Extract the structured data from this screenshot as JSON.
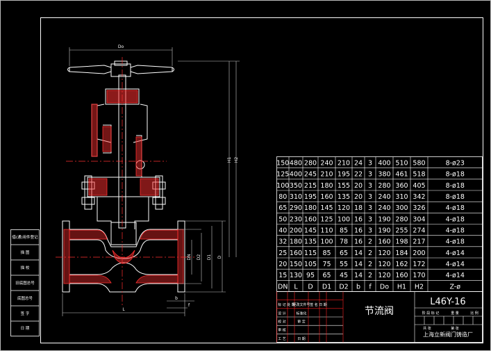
{
  "drawing": {
    "title": "节流阀",
    "model": "L46Y-16",
    "company": "上海立新阀门铸造厂",
    "colors": {
      "background": "#000000",
      "frame": "#ffffff",
      "outline": "#ffffff",
      "centerline": "#ff3030",
      "section": "#ff3030",
      "dimension": "#c8c8c8",
      "table_red": "#ff2020"
    }
  },
  "side_labels": [
    "借(通)用件登记",
    "描 图",
    "描 校",
    "旧底图总号",
    "底图总号",
    "签 字",
    "日 期"
  ],
  "dimension_labels": {
    "top": "Do",
    "height_h1": "H1",
    "height_h2": "H2",
    "bottom_l": "L",
    "dn": "DN",
    "d2": "D2",
    "d1": "D1",
    "d": "D",
    "b": "b",
    "f": "f"
  },
  "spec_table": {
    "header": [
      "DN",
      "L",
      "D",
      "D1",
      "D2",
      "b",
      "f",
      "Do",
      "H1",
      "H2",
      "Z-ø"
    ],
    "rows": [
      [
        "150",
        "480",
        "280",
        "240",
        "210",
        "24",
        "3",
        "400",
        "510",
        "580",
        "8-ø23"
      ],
      [
        "125",
        "400",
        "245",
        "210",
        "195",
        "22",
        "3",
        "380",
        "461",
        "518",
        "8-ø18"
      ],
      [
        "100",
        "350",
        "215",
        "180",
        "155",
        "20",
        "3",
        "280",
        "360",
        "405",
        "8-ø18"
      ],
      [
        "80",
        "310",
        "195",
        "160",
        "135",
        "20",
        "3",
        "240",
        "310",
        "342",
        "8-ø18"
      ],
      [
        "65",
        "290",
        "180",
        "145",
        "120",
        "18",
        "3",
        "240",
        "300",
        "326",
        "4-ø18"
      ],
      [
        "50",
        "230",
        "160",
        "125",
        "100",
        "16",
        "3",
        "190",
        "280",
        "304",
        "4-ø18"
      ],
      [
        "40",
        "200",
        "145",
        "110",
        "85",
        "16",
        "3",
        "190",
        "255",
        "274",
        "4-ø18"
      ],
      [
        "32",
        "180",
        "135",
        "100",
        "78",
        "16",
        "2",
        "160",
        "198",
        "217",
        "4-ø18"
      ],
      [
        "25",
        "160",
        "115",
        "85",
        "65",
        "14",
        "2",
        "120",
        "184",
        "200",
        "4-ø14"
      ],
      [
        "20",
        "150",
        "105",
        "75",
        "55",
        "14",
        "2",
        "120",
        "162",
        "172",
        "4-ø14"
      ],
      [
        "15",
        "130",
        "95",
        "65",
        "45",
        "14",
        "2",
        "120",
        "160",
        "170",
        "4-ø14"
      ]
    ]
  },
  "title_block": {
    "rows": [
      [
        "标 记",
        "处 数",
        "更改文件号",
        "签 名",
        "日 期"
      ],
      [
        "设 计",
        "",
        "标准化",
        "",
        ""
      ],
      [
        "校 对",
        "",
        "审 定",
        "",
        ""
      ],
      [
        "审 核",
        "",
        "",
        "",
        ""
      ],
      [
        "工 艺",
        "",
        "日 期",
        "",
        ""
      ]
    ],
    "stage_header": [
      "阶 段 标 记",
      "重 量",
      "比 例"
    ],
    "sheet_info": [
      "共 张",
      "第 张"
    ]
  }
}
